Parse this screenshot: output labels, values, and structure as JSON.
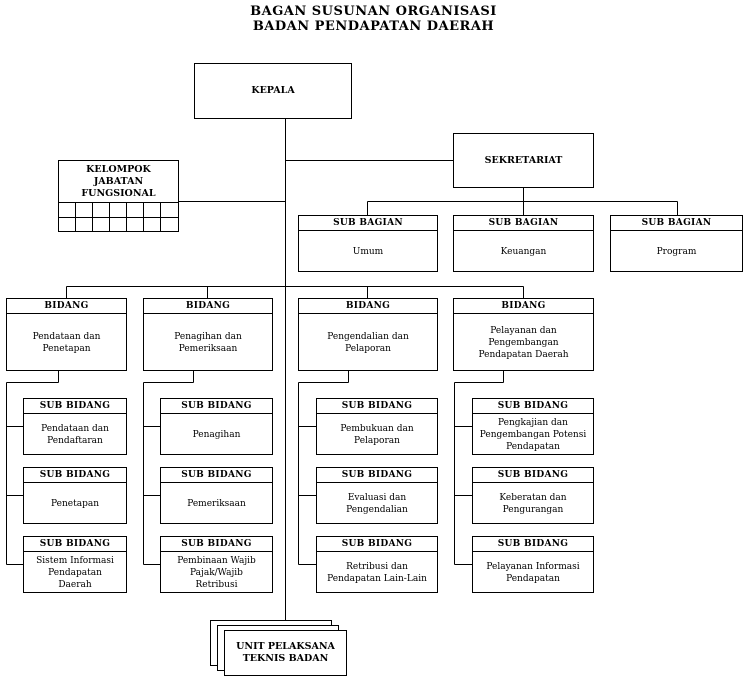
{
  "title": {
    "line1": "BAGAN SUSUNAN ORGANISASI",
    "line2": "BADAN PENDAPATAN DAERAH"
  },
  "kepala": "KEPALA",
  "sekretariat": "SEKRETARIAT",
  "kelompok": "KELOMPOK\nJABATAN\nFUNGSIONAL",
  "sub_bagian": [
    {
      "header": "SUB BAGIAN",
      "label": "Umum"
    },
    {
      "header": "SUB BAGIAN",
      "label": "Keuangan"
    },
    {
      "header": "SUB BAGIAN",
      "label": "Program"
    }
  ],
  "bidang": [
    {
      "header": "BIDANG",
      "label": "Pendataan dan\nPenetapan",
      "subs": [
        {
          "header": "SUB BIDANG",
          "label": "Pendataan dan\nPendaftaran"
        },
        {
          "header": "SUB BIDANG",
          "label": "Penetapan"
        },
        {
          "header": "SUB BIDANG",
          "label": "Sistem Informasi\nPendapatan\nDaerah"
        }
      ]
    },
    {
      "header": "BIDANG",
      "label": "Penagihan dan\nPemeriksaan",
      "subs": [
        {
          "header": "SUB BIDANG",
          "label": "Penagihan"
        },
        {
          "header": "SUB BIDANG",
          "label": "Pemeriksaan"
        },
        {
          "header": "SUB BIDANG",
          "label": "Pembinaan Wajib\nPajak/Wajib\nRetribusi"
        }
      ]
    },
    {
      "header": "BIDANG",
      "label": "Pengendalian dan\nPelaporan",
      "subs": [
        {
          "header": "SUB BIDANG",
          "label": "Pembukuan dan\nPelaporan"
        },
        {
          "header": "SUB BIDANG",
          "label": "Evaluasi dan\nPengendalian"
        },
        {
          "header": "SUB BIDANG",
          "label": "Retribusi dan\nPendapatan Lain-Lain"
        }
      ]
    },
    {
      "header": "BIDANG",
      "label": "Pelayanan dan\nPengembangan\nPendapatan Daerah",
      "subs": [
        {
          "header": "SUB BIDANG",
          "label": "Pengkajian dan\nPengembangan Potensi\nPendapatan"
        },
        {
          "header": "SUB BIDANG",
          "label": "Keberatan dan\nPengurangan"
        },
        {
          "header": "SUB BIDANG",
          "label": "Pelayanan Informasi\nPendapatan"
        }
      ]
    }
  ],
  "upt": "UNIT PELAKSANA\nTEKNIS BADAN"
}
